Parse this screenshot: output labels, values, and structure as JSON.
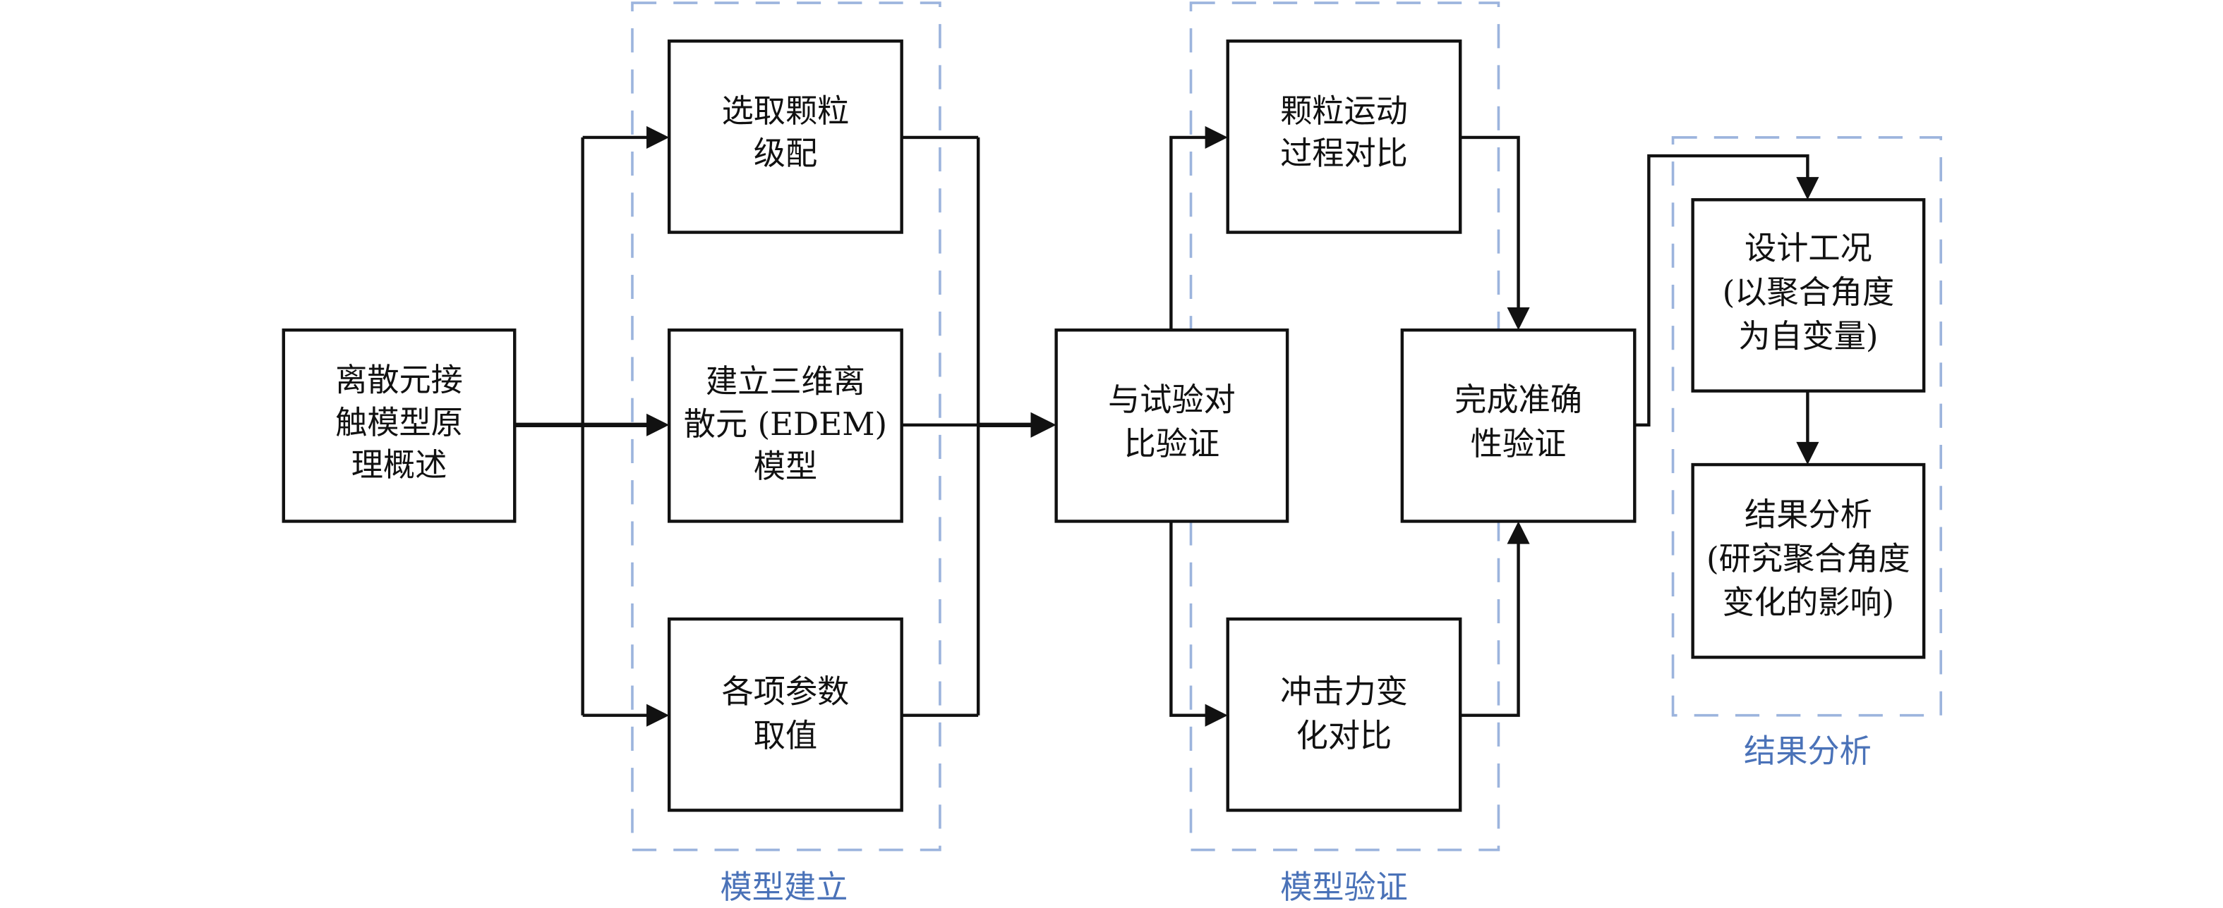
{
  "diagram": {
    "type": "flowchart",
    "colors": {
      "node_border": "#111111",
      "node_fill": "#ffffff",
      "group_border": "#9cb4dd",
      "group_label": "#4a72b8",
      "edge": "#111111"
    },
    "nodes": {
      "principle": {
        "lines": [
          "离散元接",
          "触模型原",
          "理概述"
        ]
      },
      "gradation": {
        "lines": [
          "选取颗粒",
          "级配"
        ]
      },
      "edem_model": {
        "lines": [
          "建立三维离",
          "散元 (EDEM)",
          "模型"
        ]
      },
      "parameters": {
        "lines": [
          "各项参数",
          "取值"
        ]
      },
      "test_compare": {
        "lines": [
          "与试验对",
          "比验证"
        ]
      },
      "motion_compare": {
        "lines": [
          "颗粒运动",
          "过程对比"
        ]
      },
      "impact_compare": {
        "lines": [
          "冲击力变",
          "化对比"
        ]
      },
      "accuracy_verified": {
        "lines": [
          "完成准确",
          "性验证"
        ]
      },
      "design_conditions": {
        "lines": [
          "设计工况",
          "(以聚合角度",
          "为自变量)"
        ]
      },
      "result_analysis": {
        "lines": [
          "结果分析",
          "(研究聚合角度",
          "变化的影响)"
        ]
      }
    },
    "groups": {
      "model_building": {
        "label": "模型建立"
      },
      "model_validation": {
        "label": "模型验证"
      },
      "result_analysis": {
        "label": "结果分析"
      }
    },
    "edges": [
      {
        "from": "principle",
        "to": "gradation"
      },
      {
        "from": "principle",
        "to": "edem_model"
      },
      {
        "from": "principle",
        "to": "parameters"
      },
      {
        "from": "gradation",
        "to": "test_compare"
      },
      {
        "from": "edem_model",
        "to": "test_compare"
      },
      {
        "from": "parameters",
        "to": "test_compare"
      },
      {
        "from": "test_compare",
        "to": "motion_compare"
      },
      {
        "from": "test_compare",
        "to": "impact_compare"
      },
      {
        "from": "motion_compare",
        "to": "accuracy_verified"
      },
      {
        "from": "impact_compare",
        "to": "accuracy_verified"
      },
      {
        "from": "accuracy_verified",
        "to": "design_conditions"
      },
      {
        "from": "design_conditions",
        "to": "result_analysis"
      }
    ]
  }
}
